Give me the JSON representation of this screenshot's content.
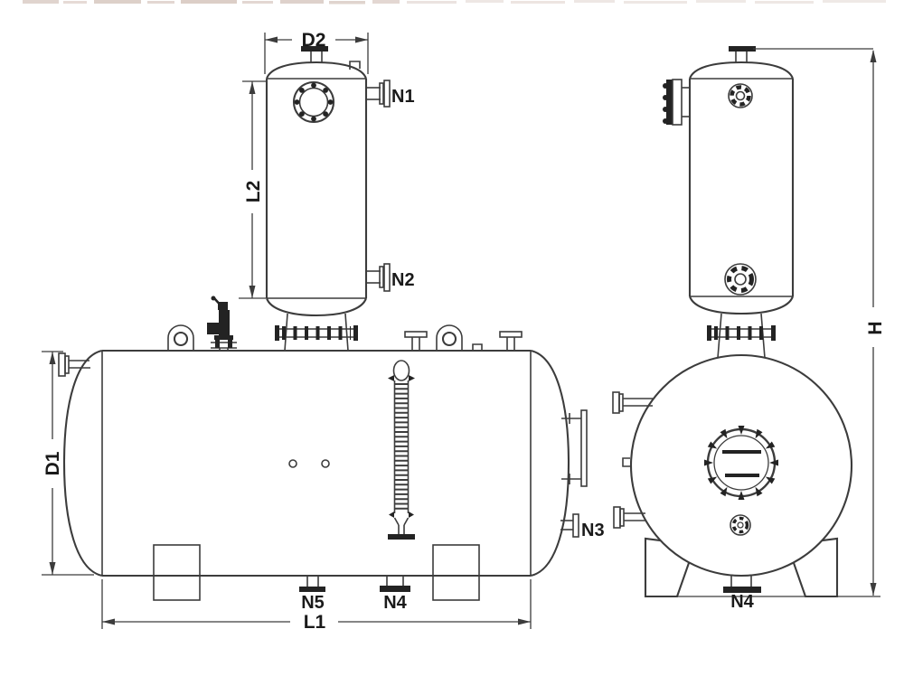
{
  "labels": {
    "d2": "D2",
    "l2": "L2",
    "d1": "D1",
    "l1": "L1",
    "h": "H",
    "n1": "N1",
    "n2": "N2",
    "n3": "N3",
    "n4_side": "N4",
    "n4_end": "N4",
    "n5": "N5"
  },
  "colors": {
    "line": "#3c3c3c",
    "dark_fill": "#232323",
    "label": "#1a1a1a",
    "background": "#ffffff",
    "remnant": "#c7b0a5"
  }
}
